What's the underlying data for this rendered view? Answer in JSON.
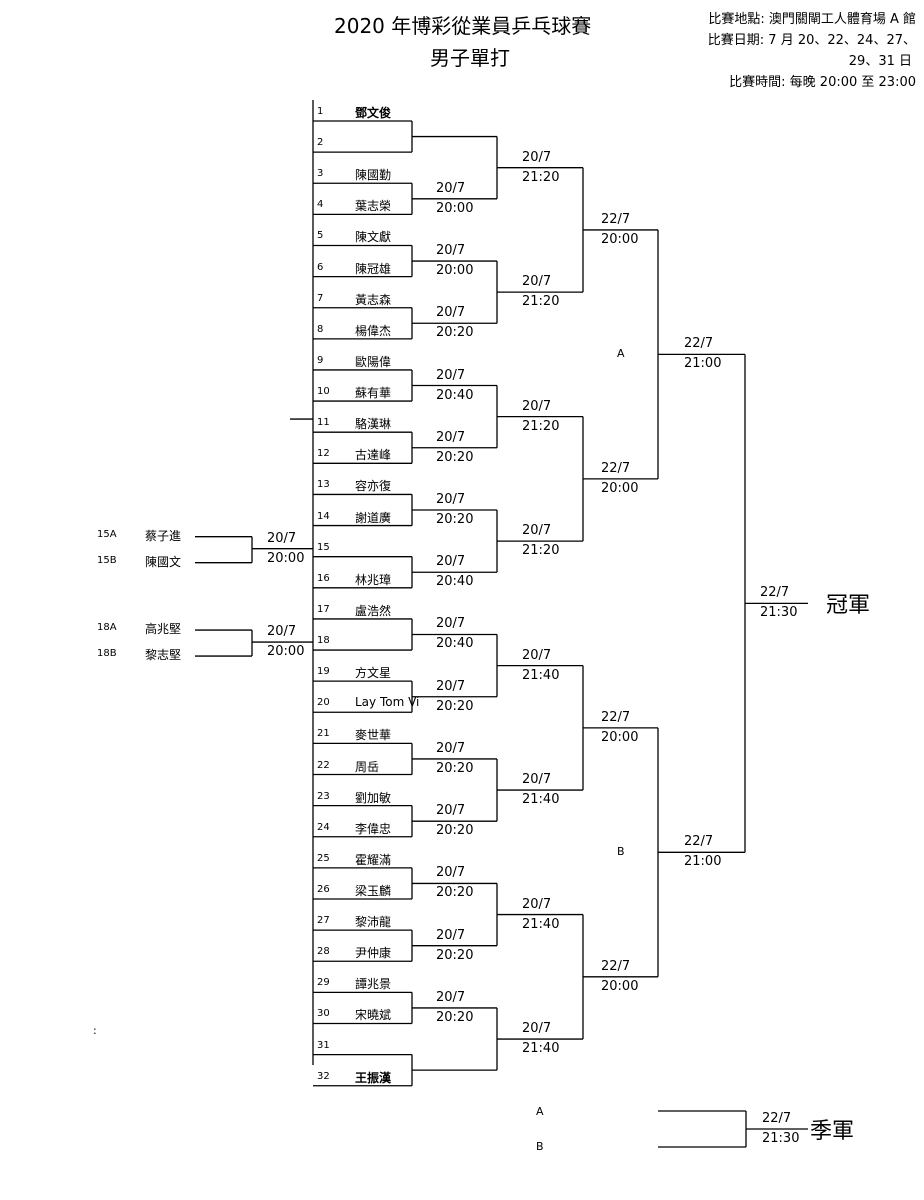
{
  "header": {
    "title_line1": "2020 年博彩從業員乒乓球賽",
    "title_line2": "男子單打",
    "venue": "比賽地點: 澳門關閘工人體育場 A 館",
    "dates_line1": "比賽日期: 7 月 20、22、24、27、",
    "dates_line2": "29、31 日",
    "time": "比賽時間: 每晚 20:00 至 23:00"
  },
  "slots": [
    {
      "no": "1",
      "name": "鄧文俊"
    },
    {
      "no": "2",
      "name": ""
    },
    {
      "no": "3",
      "name": "陳國勤"
    },
    {
      "no": "4",
      "name": "葉志榮"
    },
    {
      "no": "5",
      "name": "陳文獻"
    },
    {
      "no": "6",
      "name": "陳冠雄"
    },
    {
      "no": "7",
      "name": "黃志森"
    },
    {
      "no": "8",
      "name": "楊偉杰"
    },
    {
      "no": "9",
      "name": "歐陽偉"
    },
    {
      "no": "10",
      "name": "蘇有華"
    },
    {
      "no": "11",
      "name": "駱漢琳"
    },
    {
      "no": "12",
      "name": "古達峰"
    },
    {
      "no": "13",
      "name": "容亦復"
    },
    {
      "no": "14",
      "name": "謝道廣"
    },
    {
      "no": "15",
      "name": ""
    },
    {
      "no": "16",
      "name": "林兆璋"
    },
    {
      "no": "17",
      "name": "盧浩然"
    },
    {
      "no": "18",
      "name": ""
    },
    {
      "no": "19",
      "name": "方文星"
    },
    {
      "no": "20",
      "name": "Lay Tom Vi"
    },
    {
      "no": "21",
      "name": "麥世華"
    },
    {
      "no": "22",
      "name": "周岳"
    },
    {
      "no": "23",
      "name": "劉加敏"
    },
    {
      "no": "24",
      "name": "李偉忠"
    },
    {
      "no": "25",
      "name": "霍耀滿"
    },
    {
      "no": "26",
      "name": "梁玉麟"
    },
    {
      "no": "27",
      "name": "黎沛龍"
    },
    {
      "no": "28",
      "name": "尹仲康"
    },
    {
      "no": "29",
      "name": "譚兆景"
    },
    {
      "no": "30",
      "name": "宋曉斌"
    },
    {
      "no": "31",
      "name": ""
    },
    {
      "no": "32",
      "name": "王振漢"
    }
  ],
  "prelims": [
    {
      "no_a": "15A",
      "name_a": "蔡子進",
      "no_b": "15B",
      "name_b": "陳國文",
      "date": "20/7",
      "time": "20:00"
    },
    {
      "no_a": "18A",
      "name_a": "高兆堅",
      "no_b": "18B",
      "name_b": "黎志堅",
      "date": "20/7",
      "time": "20:00"
    }
  ],
  "round1": [
    {
      "date": "",
      "time": ""
    },
    {
      "date": "20/7",
      "time": "20:00"
    },
    {
      "date": "20/7",
      "time": "20:00"
    },
    {
      "date": "20/7",
      "time": "20:20"
    },
    {
      "date": "20/7",
      "time": "20:40"
    },
    {
      "date": "20/7",
      "time": "20:20"
    },
    {
      "date": "20/7",
      "time": "20:20"
    },
    {
      "date": "20/7",
      "time": "20:40"
    },
    {
      "date": "20/7",
      "time": "20:40"
    },
    {
      "date": "20/7",
      "time": "20:20"
    },
    {
      "date": "20/7",
      "time": "20:20"
    },
    {
      "date": "20/7",
      "time": "20:20"
    },
    {
      "date": "20/7",
      "time": "20:20"
    },
    {
      "date": "20/7",
      "time": "20:20"
    },
    {
      "date": "20/7",
      "time": "20:20"
    },
    {
      "date": "",
      "time": ""
    }
  ],
  "round2": [
    {
      "date": "20/7",
      "time": "21:20"
    },
    {
      "date": "20/7",
      "time": "21:20"
    },
    {
      "date": "20/7",
      "time": "21:20"
    },
    {
      "date": "20/7",
      "time": "21:20"
    },
    {
      "date": "20/7",
      "time": "21:40"
    },
    {
      "date": "20/7",
      "time": "21:40"
    },
    {
      "date": "20/7",
      "time": "21:40"
    },
    {
      "date": "20/7",
      "time": "21:40"
    }
  ],
  "round3": [
    {
      "date": "22/7",
      "time": "20:00"
    },
    {
      "date": "22/7",
      "time": "20:00"
    },
    {
      "date": "22/7",
      "time": "20:00"
    },
    {
      "date": "22/7",
      "time": "20:00"
    }
  ],
  "round4": [
    {
      "date": "22/7",
      "time": "21:00"
    },
    {
      "date": "22/7",
      "time": "21:00"
    }
  ],
  "final": {
    "date": "22/7",
    "time": "21:30",
    "label": "冠軍"
  },
  "section_labels": {
    "a": "A",
    "b": "B"
  },
  "third_place": {
    "label_a": "A",
    "label_b": "B",
    "date": "22/7",
    "time": "21:30",
    "label": "季軍"
  },
  "stray_mark": ":",
  "colors": {
    "line": "#000000",
    "text": "#000000",
    "background": "#ffffff"
  }
}
